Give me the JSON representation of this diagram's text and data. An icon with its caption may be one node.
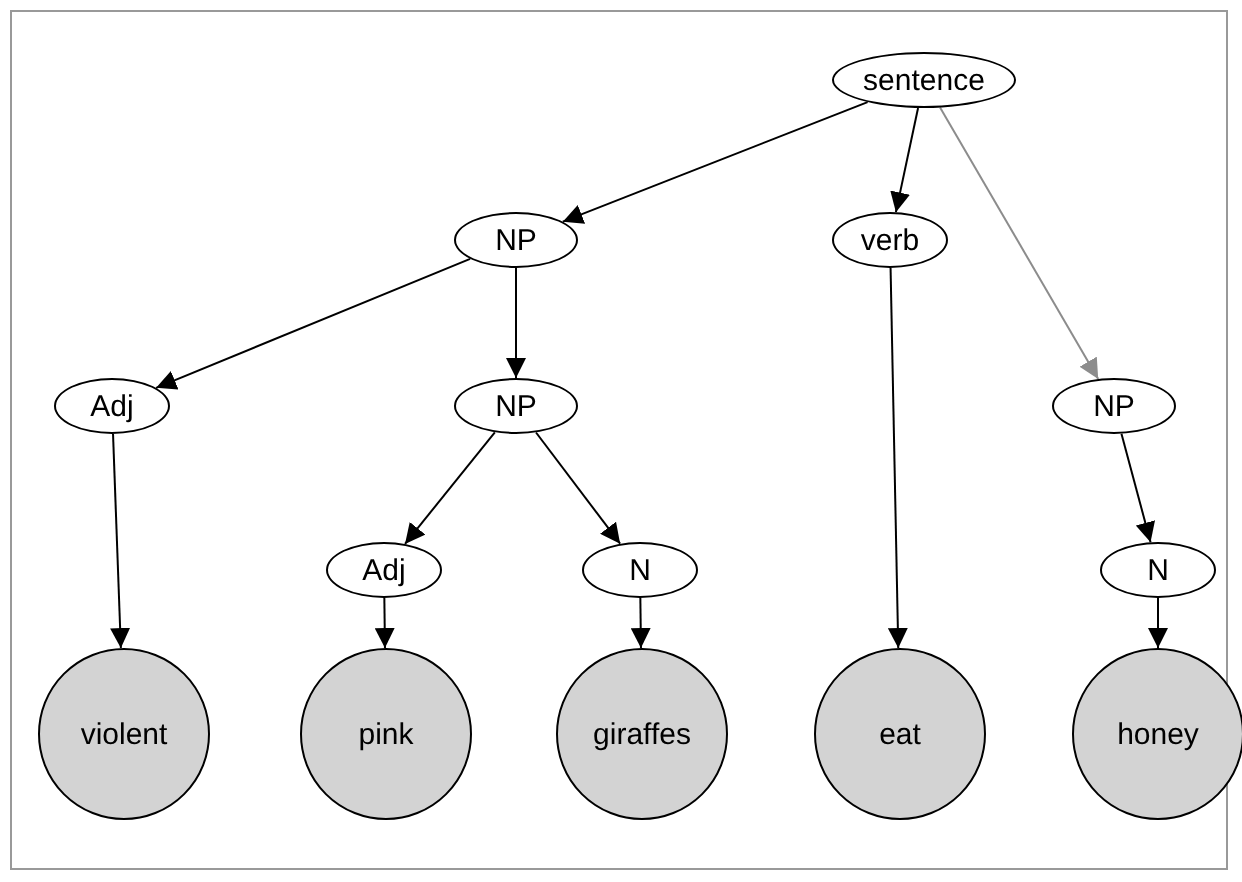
{
  "diagram": {
    "nodes": [
      {
        "text": [
          "sentence"
        ]
      },
      {
        "text": [
          "NP"
        ]
      },
      {
        "text": [
          "verb"
        ]
      },
      {
        "text": [
          "Adj"
        ]
      },
      {
        "text": [
          "NP"
        ]
      },
      {
        "text": [
          "NP"
        ]
      },
      {
        "text": [
          "Adj"
        ]
      },
      {
        "text": [
          "N"
        ]
      },
      {
        "text": [
          "N"
        ]
      },
      {
        "text": [
          "violent"
        ]
      },
      {
        "text": [
          "pink"
        ]
      },
      {
        "text": [
          "giraffes"
        ]
      },
      {
        "text": [
          "eat"
        ]
      },
      {
        "text": [
          "honey"
        ]
      }
    ],
    "edges": [
      {
        "from": 0,
        "to": 1,
        "arrow": "to"
      },
      {
        "from": 0,
        "to": 2,
        "arrow": "to"
      },
      {
        "from": 0,
        "to": 5,
        "arrow": "to",
        "color": "#8c8c8c"
      },
      {
        "from": 1,
        "to": 3,
        "arrow": "to"
      },
      {
        "from": 1,
        "to": 4,
        "arrow": "to"
      },
      {
        "from": 4,
        "to": 6,
        "arrow": "to"
      },
      {
        "from": 4,
        "to": 7,
        "arrow": "to"
      },
      {
        "from": 3,
        "to": 9,
        "arrow": "to"
      },
      {
        "from": 6,
        "to": 10,
        "arrow": "to"
      },
      {
        "from": 7,
        "to": 11,
        "arrow": "to"
      },
      {
        "from": 2,
        "to": 12,
        "arrow": "to"
      },
      {
        "from": 5,
        "to": 8,
        "arrow": "to"
      },
      {
        "from": 8,
        "to": 13,
        "arrow": "to"
      }
    ]
  }
}
